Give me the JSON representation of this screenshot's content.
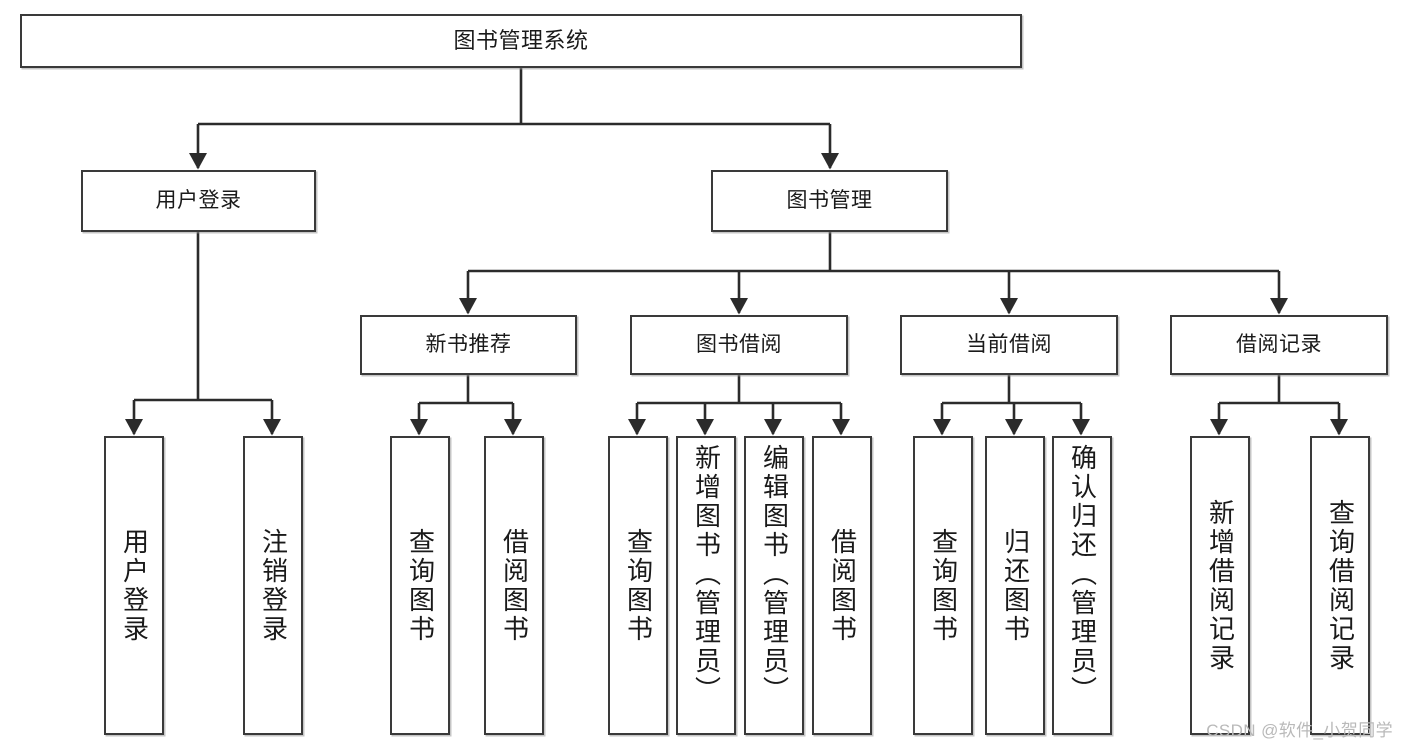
{
  "diagram": {
    "type": "tree",
    "title": "图书管理系统",
    "watermark": "CSDN @软件_小贺同学",
    "colors": {
      "box_border": "#3a3a3a",
      "box_fill": "#ffffff",
      "connector": "#2b2b2b",
      "text": "#1a1a1a",
      "watermark": "#b9b9b9",
      "background": "#ffffff"
    },
    "root": {
      "label": "图书管理系统"
    },
    "level2": [
      {
        "label": "用户登录"
      },
      {
        "label": "图书管理"
      }
    ],
    "level3": [
      {
        "label": "新书推荐"
      },
      {
        "label": "图书借阅"
      },
      {
        "label": "当前借阅"
      },
      {
        "label": "借阅记录"
      }
    ],
    "leaves": {
      "user_login": [
        {
          "label": "用户登录"
        },
        {
          "label": "注销登录"
        }
      ],
      "new_book_recommend": [
        {
          "label": "查询图书"
        },
        {
          "label": "借阅图书"
        }
      ],
      "book_borrow": [
        {
          "label": "查询图书"
        },
        {
          "label": "新增图书（管理员）"
        },
        {
          "label": "编辑图书（管理员）"
        },
        {
          "label": "借阅图书"
        }
      ],
      "current_borrow": [
        {
          "label": "查询图书"
        },
        {
          "label": "归还图书"
        },
        {
          "label": "确认归还（管理员）"
        }
      ],
      "borrow_record": [
        {
          "label": "新增借阅记录"
        },
        {
          "label": "查询借阅记录"
        }
      ]
    }
  }
}
